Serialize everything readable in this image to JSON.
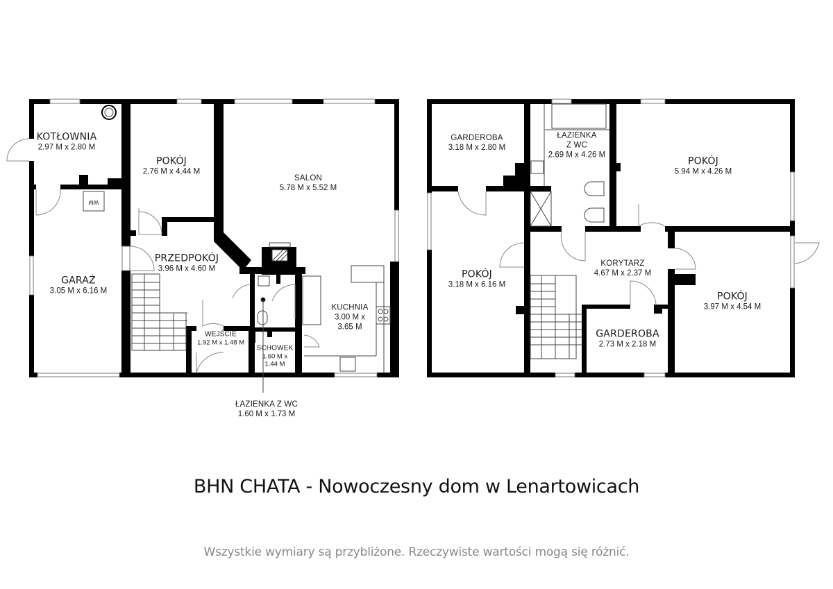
{
  "floor_plans": [
    {
      "id": "ground_floor",
      "rooms": [
        {
          "name": "KOTŁOWNIA",
          "dimensions": "2.97 M x 2.80 M"
        },
        {
          "name": "POKÓJ",
          "dimensions": "2.76 M x 4.44 M"
        },
        {
          "name": "SALON",
          "dimensions": "5.78 M x 5.52 M"
        },
        {
          "name": "GARAŻ",
          "dimensions": "3.05 M x 6.16 M"
        },
        {
          "name": "PRZEDPOKÓJ",
          "dimensions": "3.96 M x 4.60 M"
        },
        {
          "name": "WEJŚCIE",
          "dimensions": "1.92 M x 1.48 M"
        },
        {
          "name": "SCHOWEK",
          "dimensions_line1": "1.60 M x",
          "dimensions_line2": "1.44 M"
        },
        {
          "name": "KUCHNIA",
          "dimensions_line1": "3.00 M x",
          "dimensions_line2": "3.65 M"
        },
        {
          "name": "ŁAZIENKA Z WC",
          "dimensions": "1.60 M x 1.73 M"
        }
      ],
      "fixtures": {
        "washing_machine_label": "WM"
      }
    },
    {
      "id": "upper_floor",
      "rooms": [
        {
          "name": "GARDEROBA",
          "dimensions": "3.18 M x 2.80 M"
        },
        {
          "name_line1": "ŁAZIENKA",
          "name_line2": "Z WC",
          "dimensions": "2.69 M x 4.26 M"
        },
        {
          "name": "POKÓJ",
          "dimensions": "5.94 M x 4.26 M"
        },
        {
          "name": "POKÓJ",
          "dimensions": "3.18 M x 6.16 M"
        },
        {
          "name": "KORYTARZ",
          "dimensions": "4.67 M x 2.37 M"
        },
        {
          "name": "POKÓJ",
          "dimensions": "3.97 M x 4.54 M"
        },
        {
          "name": "GARDEROBA",
          "dimensions": "2.73 M x 2.18 M"
        }
      ]
    }
  ],
  "title": "BHN CHATA - Nowoczesny dom w Lenartowicach",
  "disclaimer": "Wszystkie wymiary są przybliżone. Rzeczywiste wartości mogą się różnić.",
  "colors": {
    "wall": "#000000",
    "background": "#ffffff",
    "fixture_line": "#555555",
    "disclaimer_text": "#888888"
  }
}
